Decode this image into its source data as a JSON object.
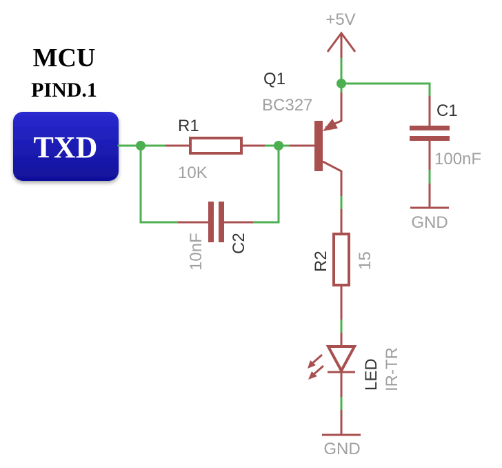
{
  "mcu": {
    "title": "MCU",
    "pin": "PIND.1",
    "signal": "TXD",
    "box_color": "#1a1ab8"
  },
  "supply": {
    "label": "+5V"
  },
  "components": {
    "R1": {
      "name": "R1",
      "value": "10K"
    },
    "C2": {
      "name": "C2",
      "value": "10nF"
    },
    "Q1": {
      "name": "Q1",
      "value": "BC327"
    },
    "C1": {
      "name": "C1",
      "value": "100nF"
    },
    "R2": {
      "name": "R2",
      "value": "15"
    },
    "LED": {
      "name": "LED",
      "value": "IR-TR"
    }
  },
  "grounds": {
    "gnd1": "GND",
    "gnd2": "GND"
  },
  "colors": {
    "wire": "#4caf50",
    "component": "#a84f4f",
    "label": "#333333",
    "value": "#a0a0a0"
  }
}
